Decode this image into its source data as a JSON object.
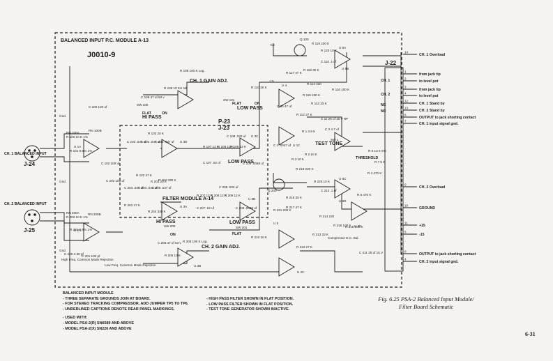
{
  "header": {
    "title": "BALANCED INPUT  P.C. MODULE  A-13",
    "board_id": "J0010-9"
  },
  "filter_module_label": "FILTER MODULE  A-14",
  "connectors": {
    "p23": "P-23",
    "j23": "J-23",
    "j22": "J-22",
    "j24": "J-24",
    "j25": "J-25"
  },
  "labels": {
    "ch1_input": "CH. 1 BALANCED INPUT",
    "ch2_input": "CH. 2 BALANCED INPUT",
    "ch1_gain": "CH. 1 GAIN ADJ.",
    "ch2_gain": "CH. 2 GAIN ADJ.",
    "hi_pass_1": "HI PASS",
    "hi_pass_2": "HI PASS",
    "low_pass_1": "LOW PASS",
    "low_pass_2": "LOW PASS",
    "low_pass_3": "LOW PASS",
    "flat_1": "FLAT",
    "flat_2": "FLAT",
    "flat_3": "FLAT",
    "on_1": "ON",
    "on_2": "ON",
    "on_3": "ON",
    "test_tone": "TEST TONE",
    "threshold": "THRESHOLD",
    "compressor": "Compressor D.C. Bal.",
    "cm_rejection_1": "High Freq. Common Mode Rejection",
    "cm_rejection_2": "Low Freq. Common Mode Rejection"
  },
  "components": [
    {
      "id": "u1a",
      "label": "U 1A"
    },
    {
      "id": "u2a",
      "label": "U 2A"
    },
    {
      "id": "u1b",
      "label": "U 1B"
    },
    {
      "id": "u2b",
      "label": "U 2B"
    },
    {
      "id": "u3a",
      "label": "U 3A"
    },
    {
      "id": "u3b",
      "label": "U 3B"
    },
    {
      "id": "u3c",
      "label": "U 3C"
    },
    {
      "id": "u3d",
      "label": "U 3D"
    },
    {
      "id": "u4",
      "label": "U 4"
    },
    {
      "id": "u5",
      "label": "U 5"
    },
    {
      "id": "u6a",
      "label": "U 6A"
    },
    {
      "id": "u6b",
      "label": "U 6B"
    },
    {
      "id": "u6c",
      "label": "U 6C"
    },
    {
      "id": "u6d",
      "label": "U 6D"
    },
    {
      "id": "u1c",
      "label": "U 1C"
    },
    {
      "id": "u2c",
      "label": "U 2C"
    },
    {
      "id": "u2d",
      "label": "U 2D"
    },
    {
      "id": "r105",
      "label": "R 105 10 K"
    },
    {
      "id": "r106",
      "label": "R 106 100 K Log."
    },
    {
      "id": "c106",
      "label": "C 106 47 uf 63 v"
    },
    {
      "id": "c100",
      "label": "C 100 120 uf"
    },
    {
      "id": "rn100a",
      "label": "RN 100A"
    },
    {
      "id": "rn100b",
      "label": "RN 100B"
    },
    {
      "id": "r100",
      "label": "R 100 10 K 1%"
    },
    {
      "id": "r101",
      "label": "R 101 9.9 K 1%"
    },
    {
      "id": "c102",
      "label": "C 102 100 uf"
    },
    {
      "id": "c103",
      "label": "C 103 .047 uf"
    },
    {
      "id": "c104",
      "label": "C 104 .047 uf"
    },
    {
      "id": "c105",
      "label": "C 105 .047 uf"
    },
    {
      "id": "r102",
      "label": "R 102 47 K"
    },
    {
      "id": "r103",
      "label": "R 103 20 K"
    },
    {
      "id": "r104",
      "label": "R 104 330 K"
    },
    {
      "id": "r107",
      "label": "R 107 12 K"
    },
    {
      "id": "r108",
      "label": "R 108 12 K"
    },
    {
      "id": "r109",
      "label": "R 109 12 K"
    },
    {
      "id": "c107",
      "label": "C 107 .02 uf"
    },
    {
      "id": "c108",
      "label": "C 108 .033 uf"
    },
    {
      "id": "c109",
      "label": "C 109 .0068 uf"
    },
    {
      "id": "sw100",
      "label": "SW 100"
    },
    {
      "id": "sw101",
      "label": "SW 101"
    },
    {
      "id": "r110",
      "label": "R 110 20 K"
    },
    {
      "id": "q100",
      "label": "Q 100"
    },
    {
      "id": "r119",
      "label": "R 119 220 K"
    },
    {
      "id": "r120",
      "label": "R 120 10 K"
    },
    {
      "id": "c110",
      "label": "C 110 .1 uf"
    },
    {
      "id": "r117",
      "label": "R 117 47 K"
    },
    {
      "id": "r118",
      "label": "R 118 30 K"
    },
    {
      "id": "r114",
      "label": "R 114 220"
    },
    {
      "id": "r115",
      "label": "R 115 100 K"
    },
    {
      "id": "r116",
      "label": "R 116 100 K"
    },
    {
      "id": "r113",
      "label": "R 113 33 K"
    },
    {
      "id": "c60",
      "label": "C 60 47 uf"
    },
    {
      "id": "r112",
      "label": "R 112 27 K"
    },
    {
      "id": "c11",
      "label": "C 11 25 uf 15 V NP"
    },
    {
      "id": "c2",
      "label": "C 2 4.7 uf"
    },
    {
      "id": "r1",
      "label": "R 1 3.9 K"
    },
    {
      "id": "c1",
      "label": "C 1 .0047 uf"
    },
    {
      "id": "r2",
      "label": "R 2 10 K"
    },
    {
      "id": "r3",
      "label": "R 3 10 K"
    },
    {
      "id": "sw1",
      "label": "SW 1"
    },
    {
      "id": "r6",
      "label": "R 6 13 K 5%"
    },
    {
      "id": "r7",
      "label": "R 7 5 K"
    },
    {
      "id": "r5",
      "label": "R 5 470 K"
    },
    {
      "id": "r4",
      "label": "R 4 470 K"
    },
    {
      "id": "q200",
      "label": "Q 200"
    },
    {
      "id": "r219",
      "label": "R 219 220 K"
    },
    {
      "id": "r220",
      "label": "R 220 10 K"
    },
    {
      "id": "c212",
      "label": "C 212 .1 uf"
    },
    {
      "id": "r218",
      "label": "R 218 30 K"
    },
    {
      "id": "r217",
      "label": "R 217 47 K"
    },
    {
      "id": "r221",
      "label": "R 221 200 K"
    },
    {
      "id": "r214",
      "label": "R 214 220"
    },
    {
      "id": "r215",
      "label": "R 215 100 K"
    },
    {
      "id": "r216",
      "label": "R 216 100 K"
    },
    {
      "id": "r213",
      "label": "R 213 33 K"
    },
    {
      "id": "r212",
      "label": "R 212 27 K"
    },
    {
      "id": "c211",
      "label": "C 211 25 uf 15 V"
    },
    {
      "id": "rn200a",
      "label": "RN 200A"
    },
    {
      "id": "rn200b",
      "label": "RN 200B"
    },
    {
      "id": "r200",
      "label": "R 200 10 K 1%"
    },
    {
      "id": "r201",
      "label": "R 201 9.9 K 1%"
    },
    {
      "id": "c200",
      "label": "C 200 4-30 pf"
    },
    {
      "id": "c201",
      "label": "C 201 100 pf"
    },
    {
      "id": "c202",
      "label": "C 202 100 uf"
    },
    {
      "id": "c203",
      "label": "C 203 .047 uf"
    },
    {
      "id": "c204",
      "label": "C 204 .047 uf"
    },
    {
      "id": "c205",
      "label": "C 205 .047 uf"
    },
    {
      "id": "r202",
      "label": "R 202 47 K"
    },
    {
      "id": "r203",
      "label": "R 203 20 K"
    },
    {
      "id": "r204",
      "label": "R 204 330 K"
    },
    {
      "id": "r207",
      "label": "R 207 12 K"
    },
    {
      "id": "r208",
      "label": "R 208 12 K"
    },
    {
      "id": "r209",
      "label": "R 209 12 K"
    },
    {
      "id": "c207",
      "label": "C 207 .02 uf"
    },
    {
      "id": "c208",
      "label": "C 208 .033 uf"
    },
    {
      "id": "c209",
      "label": "C 209 .0068 uf"
    },
    {
      "id": "sw200",
      "label": "SW 200"
    },
    {
      "id": "sw201",
      "label": "SW 201"
    },
    {
      "id": "r210",
      "label": "R 210 20 K"
    },
    {
      "id": "c206",
      "label": "C 206 47 uf 63 v"
    },
    {
      "id": "r205",
      "label": "R 205 10 K"
    },
    {
      "id": "r206",
      "label": "R 206 100 K Log."
    }
  ],
  "j22_pins": [
    {
      "pin": "14",
      "label": "CH. 1 Overload"
    },
    {
      "pin": "1",
      "label": "from jack tip"
    },
    {
      "pin": "2",
      "label": "to level pot"
    },
    {
      "pin": "3",
      "label": "from jack tip"
    },
    {
      "pin": "4",
      "label": "to level pot"
    },
    {
      "pin": "12",
      "label": "CH. 1 Stand by"
    },
    {
      "pin": "13",
      "label": "CH. 2 Stand by"
    },
    {
      "pin": "6",
      "label": "OUTPUT to jack shorting contact"
    },
    {
      "pin": "7",
      "label": "CH. 1 input signal gnd."
    },
    {
      "pin": "9",
      "label": "CH. 2 Overload"
    },
    {
      "pin": "10",
      "label": "GROUND"
    },
    {
      "pin": "11",
      "label": "+15"
    },
    {
      "pin": "5",
      "label": "-15"
    },
    {
      "pin": "8",
      "label": "OUTPUT to jack shorting contact"
    },
    {
      "pin": "4",
      "label": "CH. 2 input signal gnd."
    }
  ],
  "j22_side_labels": {
    "ch1": "CH. 1",
    "ch2": "CH. 2",
    "nc1": "NC",
    "nc2": "NC"
  },
  "notes": {
    "heading": "BALANCED INPUT MODULE",
    "left": [
      "- THREE SEPARATE GROUNDS JOIN AT BOARD.",
      "- FOR STEREO TRACKING COMPRESSOR, ADD JUMPER TP5 TO TP6.",
      "- UNDERLINED CAPTIONS DENOTE REAR PANEL MARKINGS."
    ],
    "used_with": [
      "- USED WITH:",
      "- MODEL PSA-2(R) SN6589 AND ABOVE",
      "- MODEL PSA-2(X) SN226 AND ABOVE"
    ],
    "right": [
      "- HIGH PASS FILTER SHOWN IN FLAT POSITION.",
      "- LOW PASS FILTER SHOWN IN FLAT POSITION.",
      "- TEST TONE GENERATOR SHOWN INACTIVE."
    ]
  },
  "caption": {
    "line1": "Fig. 6.25  PSA-2 Balanced Input Module/",
    "line2": "Filter Board Schematic"
  },
  "page_number": "6-31",
  "supply": {
    "pos": "+15",
    "neg": "-15",
    "gnd": "Gnd."
  }
}
